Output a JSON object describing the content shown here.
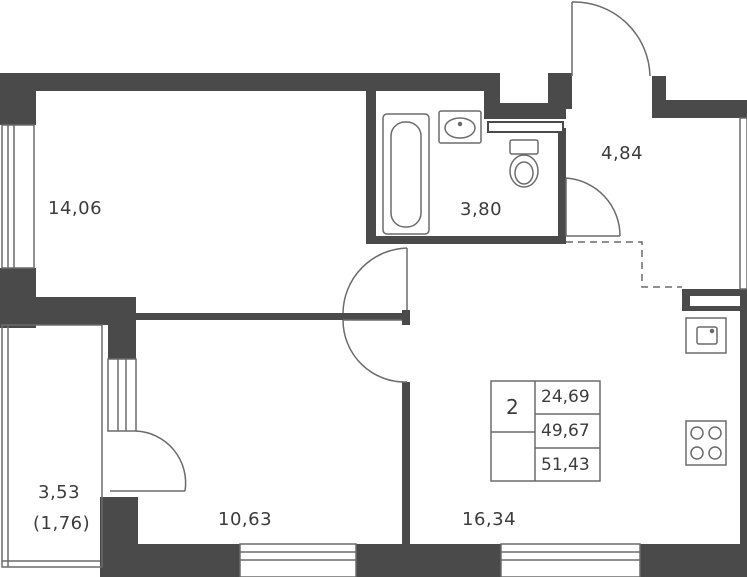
{
  "rooms": {
    "living_room": {
      "area": "14,06"
    },
    "bathroom": {
      "area": "3,80"
    },
    "hallway": {
      "area": "4,84"
    },
    "balcony": {
      "area": "3,53",
      "reduced_area": "(1,76)"
    },
    "bedroom": {
      "area": "10,63"
    },
    "kitchen": {
      "area": "16,34"
    }
  },
  "summary": {
    "room_count": "2",
    "living_area": "24,69",
    "total_area": "49,67",
    "total_with_balcony": "51,43"
  },
  "colors": {
    "wall": "#4a4a4a",
    "line": "#6b6b6b",
    "text": "#3c3c3c",
    "background": "#ffffff"
  }
}
